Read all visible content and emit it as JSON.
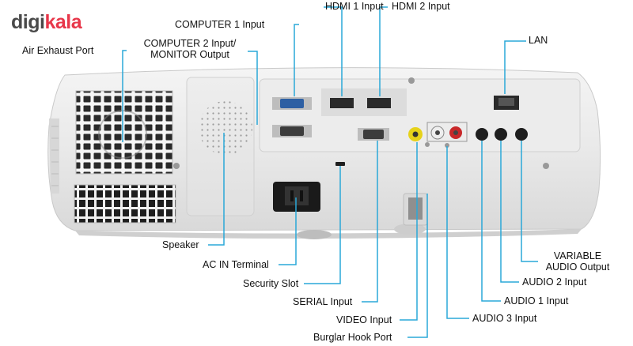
{
  "logo": {
    "part1": "digi",
    "part2": "kala"
  },
  "labels": {
    "hdmi1": "HDMI 1 Input",
    "hdmi2": "HDMI 2 Input",
    "computer1": "COMPUTER 1 Input",
    "computer2_line1": "COMPUTER 2 Input/",
    "computer2_line2": "MONITOR Output",
    "air_exhaust": "Air Exhaust Port",
    "lan": "LAN",
    "speaker": "Speaker",
    "ac_in": "AC IN Terminal",
    "security_slot": "Security Slot",
    "serial": "SERIAL Input",
    "video": "VIDEO Input",
    "burglar_hook": "Burglar Hook Port",
    "audio3": "AUDIO 3 Input",
    "audio1": "AUDIO 1 Input",
    "audio2": "AUDIO 2 Input",
    "variable_line1": "VARIABLE",
    "variable_line2": "AUDIO Output"
  },
  "colors": {
    "leader_line": "#2aa8d8",
    "brand_grey": "#4a4a4a",
    "brand_red": "#e8374a",
    "port_vga": "#2d5fa3",
    "port_video": "#e6d21a",
    "port_audio_red": "#c8282a"
  }
}
